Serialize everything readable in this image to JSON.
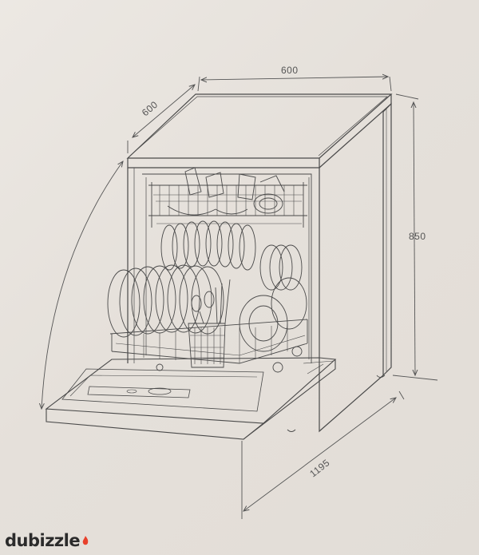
{
  "diagram": {
    "dimensions": {
      "width": "600",
      "depth": "600",
      "height": "850",
      "door_open_depth": "1195"
    }
  },
  "watermark": {
    "text": "dubizzle",
    "accent_color": "#e8412c"
  },
  "colors": {
    "line": "#4a4a4a",
    "background": "#e7e2dc"
  }
}
